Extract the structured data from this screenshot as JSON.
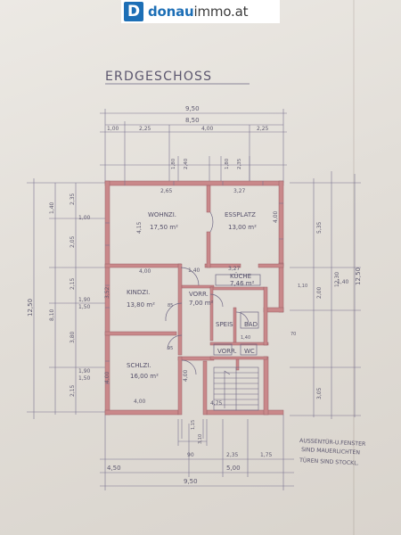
{
  "brand": {
    "prefix": "donau",
    "suffix": "immo.at",
    "mark": "D"
  },
  "plan_title": "ERDGESCHOSS",
  "dims": {
    "top_overall": "9,50",
    "top_inner": "8,50",
    "top_parts": [
      "1,00",
      "2,25",
      "4,00",
      "2,25"
    ],
    "top_window_a": "1,80",
    "top_window_b": "1,80",
    "top_window_a2": "2,40",
    "top_window_b2": "2,35",
    "left_overall": "12,50",
    "left_inner": "8,10",
    "left_parts": [
      "1,40",
      "2,35",
      "2,05",
      "2,15",
      "3,80",
      "2,15"
    ],
    "right_overall": "12,50",
    "right_inner": "12,30",
    "right_parts": [
      "5,35",
      "2,00",
      "3,05"
    ],
    "bottom_overall": "9,50",
    "bottom_parts": [
      "4,50",
      "5,00"
    ],
    "bottom_sub": [
      "90",
      "2,35",
      "1,75"
    ],
    "inner_labels": [
      "2,65",
      "3,27",
      "4,15",
      "4,00",
      "4,00",
      "4,00",
      "1,40",
      "3,27",
      "1,40",
      "3,52",
      "4,00",
      "4,00",
      "4,75",
      "1,90",
      "1,50",
      "1,90",
      "1,50",
      "1,00",
      "1,40",
      "70",
      "85",
      "95",
      "1,10",
      "1,15",
      "3,10"
    ]
  },
  "rooms": [
    {
      "name": "WOHNZI.",
      "area": "17,50 m²"
    },
    {
      "name": "ESSPLATZ",
      "area": "13,00 m²"
    },
    {
      "name": "KÜCHE",
      "area": "7,46 m²"
    },
    {
      "name": "KINDZI.",
      "area": "13,80 m²"
    },
    {
      "name": "VORR.",
      "area": "7,00 m²"
    },
    {
      "name": "SPEIS",
      "area": ""
    },
    {
      "name": "BAD",
      "area": ""
    },
    {
      "name": "SCHLZI.",
      "area": "16,00 m²"
    },
    {
      "name": "VORR.",
      "area": ""
    },
    {
      "name": "WC",
      "area": ""
    }
  ],
  "note_lines": [
    "AUSSENTÜR-U.FENSTER",
    "SIND MAUERLICHTEN",
    "TÜREN SIND STOCKL."
  ]
}
